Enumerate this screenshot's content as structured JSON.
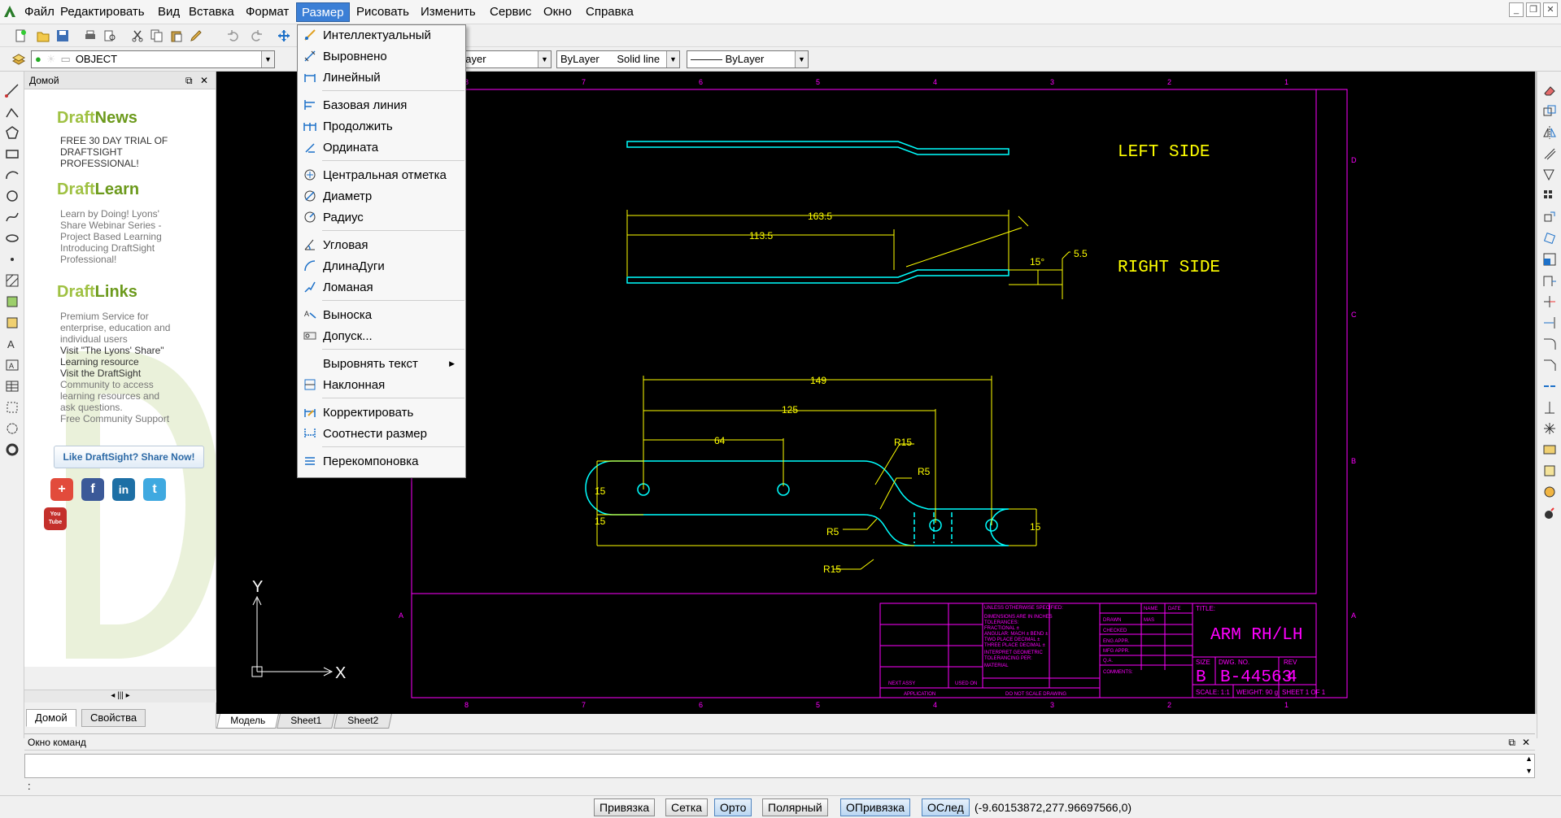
{
  "menubar": {
    "items": [
      "Файл",
      "Редактировать",
      "Вид",
      "Вставка",
      "Формат",
      "Размер",
      "Рисовать",
      "Изменить",
      "Сервис",
      "Окно",
      "Справка"
    ],
    "active": "Размер"
  },
  "toolbar2": {
    "layer_value": "OBJECT",
    "layer_combo": "Layer",
    "color_value": "ByLayer",
    "linetype_combo_a": "ByLayer",
    "linetype_value": "Solid line",
    "lineweight_value": "ByLayer",
    "lineweight_prefix": "———"
  },
  "dimension_menu": {
    "items": [
      {
        "label": "Интеллектуальный",
        "icon": "smart-dimension-icon"
      },
      {
        "label": "Выровнено",
        "icon": "aligned-dimension-icon"
      },
      {
        "label": "Линейный",
        "icon": "linear-dimension-icon"
      },
      {
        "label": "Базовая линия",
        "icon": "baseline-dimension-icon"
      },
      {
        "label": "Продолжить",
        "icon": "continue-dimension-icon"
      },
      {
        "label": "Ордината",
        "icon": "ordinate-dimension-icon"
      },
      {
        "label": "Центральная отметка",
        "icon": "center-mark-icon"
      },
      {
        "label": "Диаметр",
        "icon": "diameter-dimension-icon"
      },
      {
        "label": "Радиус",
        "icon": "radius-dimension-icon"
      },
      {
        "label": "Угловая",
        "icon": "angular-dimension-icon"
      },
      {
        "label": "ДлинаДуги",
        "icon": "arc-length-dimension-icon"
      },
      {
        "label": "Ломаная",
        "icon": "jogged-dimension-icon"
      },
      {
        "label": "Выноска",
        "icon": "leader-icon"
      },
      {
        "label": "Допуск...",
        "icon": "tolerance-icon"
      },
      {
        "label": "Выровнять текст",
        "icon": "align-text-icon",
        "submenu": true
      },
      {
        "label": "Наклонная",
        "icon": "oblique-icon"
      },
      {
        "label": "Корректировать",
        "icon": "edit-dimension-icon"
      },
      {
        "label": "Соотнести размер",
        "icon": "reassociate-dimension-icon"
      },
      {
        "label": "Перекомпоновка",
        "icon": "rearrange-icon"
      }
    ]
  },
  "palette": {
    "title": "Домой",
    "news_title_a": "Draft",
    "news_title_b": "News",
    "news_items": [
      "FREE 30 DAY TRIAL OF",
      "DRAFTSIGHT",
      "PROFESSIONAL!"
    ],
    "learn_title_a": "Draft",
    "learn_title_b": "Learn",
    "learn_items": [
      "Learn by Doing! Lyons'",
      "Share Webinar Series -",
      "Project Based Learning",
      "Introducing DraftSight",
      "Professional!"
    ],
    "links_title_a": "Draft",
    "links_title_b": "Links",
    "links_items": [
      "Premium Service for",
      "enterprise, education and",
      "individual users",
      "Visit \"The Lyons' Share\"",
      "Learning resource",
      "Visit the DraftSight",
      "Community to access",
      "learning resources and",
      "ask questions.",
      "Free Community Support"
    ],
    "like_button": "Like DraftSight? Share Now!",
    "social": [
      "+",
      "f",
      "in",
      "t",
      "You Tube"
    ],
    "tabs": [
      "Домой",
      "Свойства"
    ]
  },
  "drawing": {
    "labels": {
      "left_side": "LEFT SIDE",
      "right_side": "RIGHT SIDE",
      "dim_163": "163.5",
      "dim_113": "113.5",
      "dim_15deg": "15°",
      "dim_55": "5.5",
      "dim_149": "149",
      "dim_125": "125",
      "dim_64": "64",
      "r15a": "R15",
      "r5a": "R5",
      "r5b": "R5",
      "r15b": "R15",
      "d15a": "15",
      "d15b": "15",
      "d15c": "15",
      "axis_y": "Y",
      "axis_x": "X",
      "title_label": "TITLE:",
      "title": "ARM RH/LH",
      "size_label": "SIZE",
      "size": "B",
      "dwg_label": "DWG. NO.",
      "dwg_no": "B-44563",
      "rev_label": "REV",
      "rev": "4",
      "scale": "SCALE: 1:1",
      "weight": "WEIGHT: 90 g",
      "sheet": "SHEET 1 OF 1",
      "unless": "UNLESS OTHERWISE SPECIFIED:",
      "name": "NAME",
      "date": "DATE",
      "drawn": "DRAWN",
      "checked": "CHECKED",
      "eng_appr": "ENG APPR.",
      "mfg_appr": "MFG APPR.",
      "qa": "Q.A.",
      "comments": "COMMENTS:",
      "application": "APPLICATION",
      "do_not_scale": "DO NOT SCALE DRAWING",
      "next_assy": "NEXT ASSY",
      "used_on": "USED ON",
      "material": "MATERIAL",
      "dim_note1": "DIMENSIONS ARE IN INCHES",
      "dim_note2": "TOLERANCES:",
      "dim_note3": "FRACTIONAL ±",
      "dim_note4": "ANGULAR: MACH ±   BEND ±",
      "dim_note5": "TWO PLACE DECIMAL   ±",
      "dim_note6": "THREE PLACE DECIMAL  ±",
      "dim_note7": "INTERPRET GEOMETRIC",
      "dim_note8": "TOLERANCING PER:",
      "mas": "MAS",
      "top_nums": [
        "8",
        "7",
        "6",
        "5",
        "4",
        "3",
        "2",
        "1"
      ],
      "side_letters": [
        "D",
        "C",
        "B",
        "A"
      ]
    }
  },
  "model_tabs": [
    "Модель",
    "Sheet1",
    "Sheet2"
  ],
  "command": {
    "title": "Окно команд",
    "prompt": ":"
  },
  "status": {
    "buttons": [
      {
        "label": "Привязка",
        "on": false
      },
      {
        "label": "Сетка",
        "on": false
      },
      {
        "label": "Орто",
        "on": true
      },
      {
        "label": "Полярный",
        "on": false
      },
      {
        "label": "ОПривязка",
        "on": true
      },
      {
        "label": "ОСлед",
        "on": true
      }
    ],
    "coords": "(-9.60153872,277.96697566,0)"
  },
  "colors": {
    "menu_active": "#3b7fd6",
    "drawing_bg": "#000000",
    "geometry": "#00ffff",
    "dimension": "#ffff00",
    "frame": "#ff00ff",
    "axis": "#ffffff"
  }
}
